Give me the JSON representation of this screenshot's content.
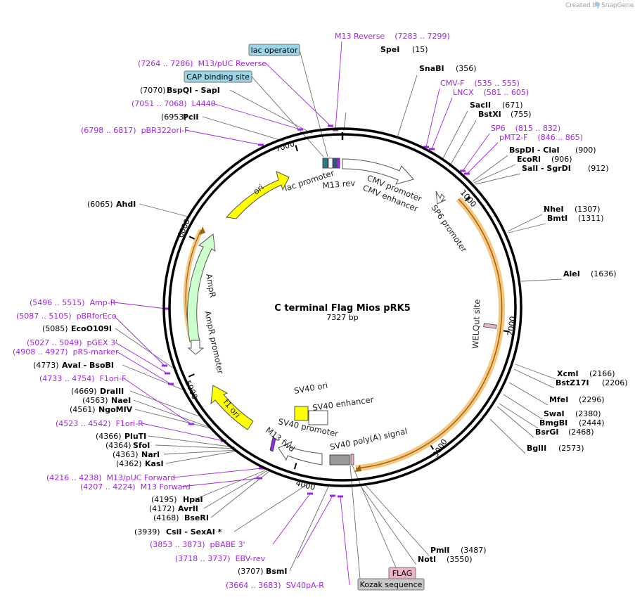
{
  "credit": {
    "prefix": "Created by",
    "brand": "SnapGene"
  },
  "plasmid": {
    "name": "C terminal Flag Mios pRK5",
    "length": "7327 bp"
  },
  "ring_ticks": [
    "1000",
    "2000",
    "3000",
    "4000",
    "5000",
    "6000",
    "7000"
  ],
  "sites": [
    {
      "name": "SpeI",
      "coord": "(15)"
    },
    {
      "name": "SnaBI",
      "coord": "(356)"
    },
    {
      "name": "SacII",
      "coord": "(671)"
    },
    {
      "name": "BstXI",
      "coord": "(755)"
    },
    {
      "name": "BspDI  -  ClaI",
      "coord": "(900)"
    },
    {
      "name": "EcoRI",
      "coord": "(906)"
    },
    {
      "name": "SalI  -  SgrDI",
      "coord": "(912)"
    },
    {
      "name": "NheI",
      "coord": "(1307)"
    },
    {
      "name": "BmtI",
      "coord": "(1311)"
    },
    {
      "name": "AleI",
      "coord": "(1636)"
    },
    {
      "name": "XcmI",
      "coord": "(2166)"
    },
    {
      "name": "BstZ17I",
      "coord": "(2206)"
    },
    {
      "name": "MfeI",
      "coord": "(2296)"
    },
    {
      "name": "SwaI",
      "coord": "(2380)"
    },
    {
      "name": "BmgBI",
      "coord": "(2444)"
    },
    {
      "name": "BsrGI",
      "coord": "(2468)"
    },
    {
      "name": "BglII",
      "coord": "(2573)"
    },
    {
      "name": "PmlI",
      "coord": "(3487)"
    },
    {
      "name": "NotI",
      "coord": "(3550)"
    },
    {
      "name": "BsmI",
      "coord": "(3707)"
    },
    {
      "name": "CsiI  -  SexAI *",
      "coord": "(3939)"
    },
    {
      "name": "BseRI",
      "coord": "(4168)"
    },
    {
      "name": "AvrII",
      "coord": "(4172)"
    },
    {
      "name": "HpaI",
      "coord": "(4195)"
    },
    {
      "name": "KasI",
      "coord": "(4362)"
    },
    {
      "name": "NarI",
      "coord": "(4363)"
    },
    {
      "name": "SfoI",
      "coord": "(4364)"
    },
    {
      "name": "PluTI",
      "coord": "(4366)"
    },
    {
      "name": "NgoMIV",
      "coord": "(4561)"
    },
    {
      "name": "NaeI",
      "coord": "(4563)"
    },
    {
      "name": "DraIII",
      "coord": "(4669)"
    },
    {
      "name": "AvaI  -  BsoBI",
      "coord": "(4773)"
    },
    {
      "name": "EcoO109I",
      "coord": "(5085)"
    },
    {
      "name": "AhdI",
      "coord": "(6065)"
    },
    {
      "name": "PciI",
      "coord": "(6953)"
    },
    {
      "name": "BspQI  -  SapI",
      "coord": "(7070)"
    }
  ],
  "primers": [
    {
      "name": "M13 Reverse",
      "range": "(7283 .. 7299)"
    },
    {
      "name": "CMV-F",
      "range": "(535 .. 555)"
    },
    {
      "name": "LNCX",
      "range": "(581 .. 605)"
    },
    {
      "name": "SP6",
      "range": "(815 .. 832)"
    },
    {
      "name": "pMT2-F",
      "range": "(846 .. 865)"
    },
    {
      "name": "SV40pA-R",
      "range": "(3664 .. 3683)"
    },
    {
      "name": "EBV-rev",
      "range": "(3718 .. 3737)"
    },
    {
      "name": "pBABE 3'",
      "range": "(3853 .. 3873)"
    },
    {
      "name": "M13 Forward",
      "range": "(4207 .. 4224)"
    },
    {
      "name": "M13/pUC Forward",
      "range": "(4216 .. 4238)"
    },
    {
      "name": "F1ori-R",
      "range": "(4523 .. 4542)"
    },
    {
      "name": "F1ori-F",
      "range": "(4733 .. 4754)"
    },
    {
      "name": "pRS-marker",
      "range": "(4908 .. 4927)"
    },
    {
      "name": "pGEX 3'",
      "range": "(5027 .. 5049)"
    },
    {
      "name": "pBRforEco",
      "range": "(5087 .. 5105)"
    },
    {
      "name": "Amp-R",
      "range": "(5496 .. 5515)"
    },
    {
      "name": "pBR322ori-F",
      "range": "(6798 .. 6817)"
    },
    {
      "name": "L4440",
      "range": "(7051 .. 7068)"
    },
    {
      "name": "M13/pUC Reverse",
      "range": "(7264 .. 7286)"
    }
  ],
  "boxed_features": {
    "lac_operator": "lac operator",
    "cap_site": "CAP binding site",
    "flag": "FLAG",
    "kozak": "Kozak sequence"
  },
  "features": {
    "lac_promoter": "lac promoter",
    "m13_rev": "M13 rev",
    "cmv_promoter": "CMV promoter",
    "cmv_enhancer": "CMV enhancer",
    "sp6_promoter": "SP6 promoter",
    "welqut": "WELQut site",
    "ori": "ori",
    "ampr": "AmpR",
    "ampr_promoter": "AmpR promoter",
    "f1_ori": "f1 ori",
    "sv40_ori": "SV40 ori",
    "sv40_enhancer": "SV40 enhancer",
    "sv40_promoter": "SV40 promoter",
    "m13_fwd": "M13 fwd",
    "sv40_polya": "SV40 poly(A) signal"
  },
  "colors": {
    "site": "#000000",
    "primer": "#a024e6",
    "leader": "#6e6e6e",
    "primer_leader": "#a024e6",
    "ori": "#ffff00",
    "ampr": "#ccffcc",
    "welqut_band": "#f5c880",
    "welqut_line": "#a06010",
    "lac_operator_box": "#9ad4e6",
    "cap_box": "#9ad4e6",
    "flag_box": "#e9b4c8",
    "kozak_box": "#c8c8c8",
    "polya": "#999999"
  }
}
